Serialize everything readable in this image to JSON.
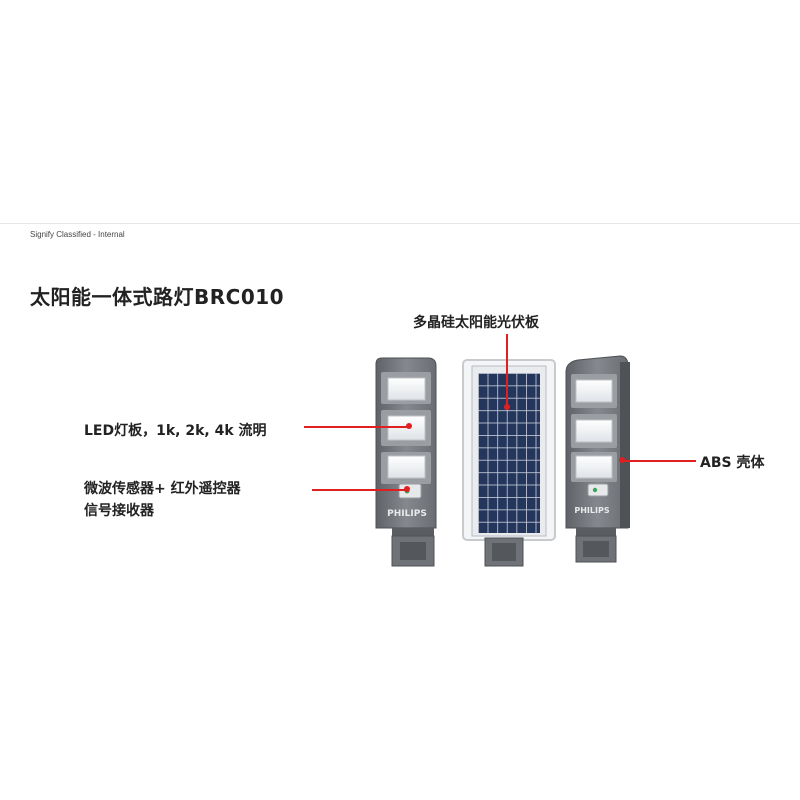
{
  "classification": "Signify Classified - Internal",
  "title": "太阳能一体式路灯BRC010",
  "labels": {
    "solar_panel": "多晶硅太阳能光伏板",
    "led_board": "LED灯板，1k, 2k, 4k 流明",
    "sensor_line1": "微波传感器+ 红外遥控器",
    "sensor_line2": "信号接收器",
    "shell": "ABS 壳体"
  },
  "brand": "PHILIPS",
  "colors": {
    "callout": "#e02020",
    "housing": "#7e8287",
    "housing_dark": "#5e6267",
    "led_lens": "#f2f4f6",
    "panel_cell": "#23355a"
  }
}
